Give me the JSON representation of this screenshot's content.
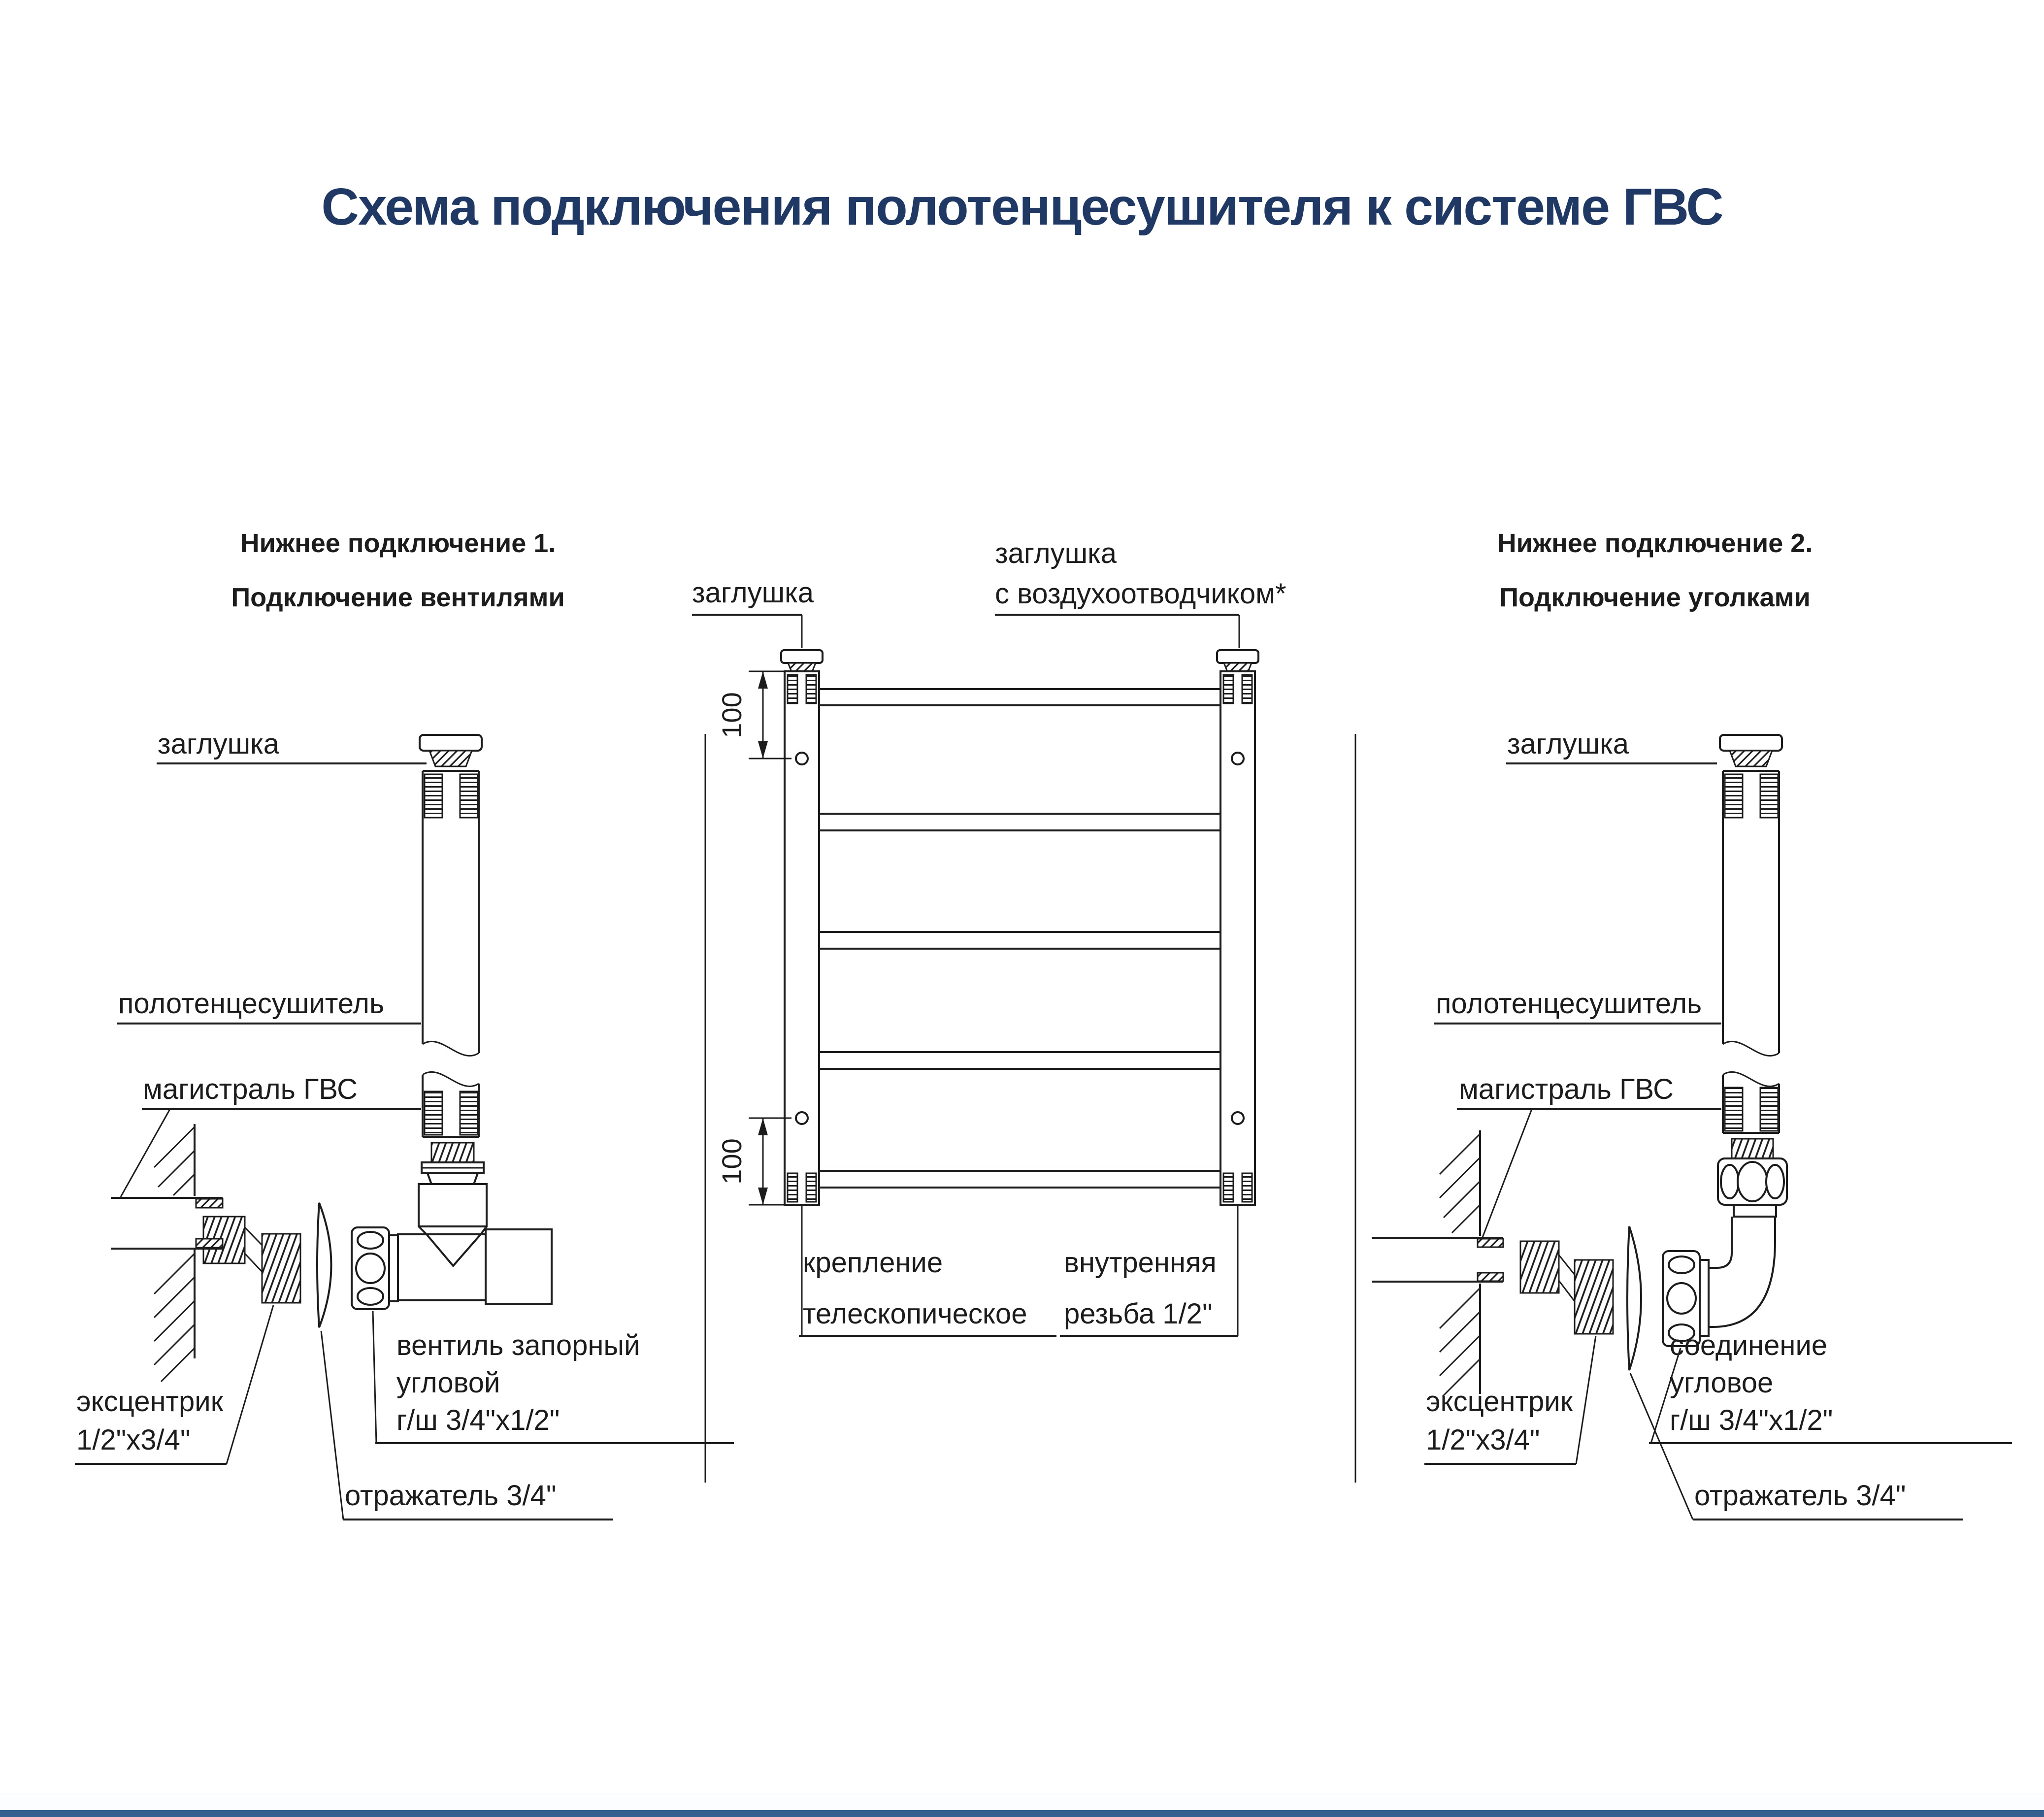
{
  "title": "Схема подключения полотенцесушителя к системе ГВС",
  "colors": {
    "title": "#203864",
    "footer_bar": "#355f90",
    "line": "#1c1c1c"
  },
  "left": {
    "heading1": "Нижнее подключение 1.",
    "heading2": "Подключение вентилями",
    "cap_label": "заглушка",
    "rail_label": "полотенцесушитель",
    "main_label": "магистраль ГВС",
    "eccentric_line1": "эксцентрик",
    "eccentric_line2": "1/2\"х3/4\"",
    "valve_line1": "вентиль запорный",
    "valve_line2": "угловой",
    "valve_line3": "г/ш 3/4\"х1/2\"",
    "reflector_label": "отражатель 3/4\""
  },
  "center": {
    "cap_left_label": "заглушка",
    "cap_right_line1": "заглушка",
    "cap_right_line2": "с воздухоотводчиком*",
    "dim_top": "100",
    "dim_bottom": "100",
    "mount_line1": "крепление",
    "mount_line2": "телескопическое",
    "thread_line1": "внутренняя",
    "thread_line2": "резьба 1/2\""
  },
  "right": {
    "heading1": "Нижнее подключение 2.",
    "heading2": "Подключение уголками",
    "cap_label": "заглушка",
    "rail_label": "полотенцесушитель",
    "main_label": "магистраль ГВС",
    "eccentric_line1": "эксцентрик",
    "eccentric_line2": "1/2\"х3/4\"",
    "joint_line1": "соединение",
    "joint_line2": "угловое",
    "joint_line3": "г/ш 3/4\"х1/2\"",
    "reflector_label": "отражатель 3/4\""
  }
}
